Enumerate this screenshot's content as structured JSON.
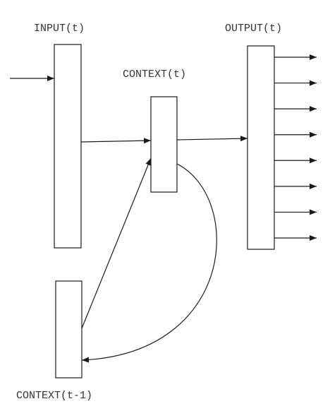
{
  "labels": {
    "input": "INPUT(t)",
    "context": "CONTEXT(t)",
    "output": "OUTPUT(t)",
    "context_prev": "CONTEXT(t-1)"
  },
  "colors": {
    "stroke": "#1a1a1a",
    "text": "#333333",
    "background": "#ffffff"
  },
  "output_arrow_count": 8
}
